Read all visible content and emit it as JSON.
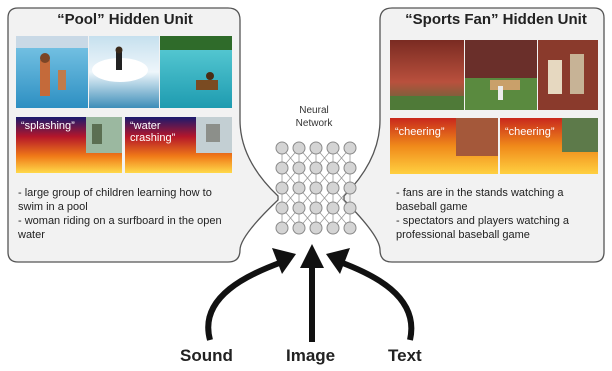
{
  "pool_unit": {
    "title": "“Pool” Hidden Unit",
    "spectrograms": [
      {
        "label": "“splashing”"
      },
      {
        "label": "“water crashing”"
      }
    ],
    "descriptions": [
      "- large group of children learning how to swim in a pool",
      "- woman riding on a surfboard in the open water"
    ]
  },
  "sports_unit": {
    "title": "“Sports Fan” Hidden Unit",
    "spectrograms": [
      {
        "label": "“cheering”"
      },
      {
        "label": "“cheering”"
      }
    ],
    "descriptions": [
      "- fans are in the stands watching a baseball game",
      "- spectators and players watching a professional baseball game"
    ]
  },
  "network": {
    "label_line1": "Neural",
    "label_line2": "Network"
  },
  "inputs": {
    "sound": "Sound",
    "image": "Image",
    "text": "Text"
  }
}
